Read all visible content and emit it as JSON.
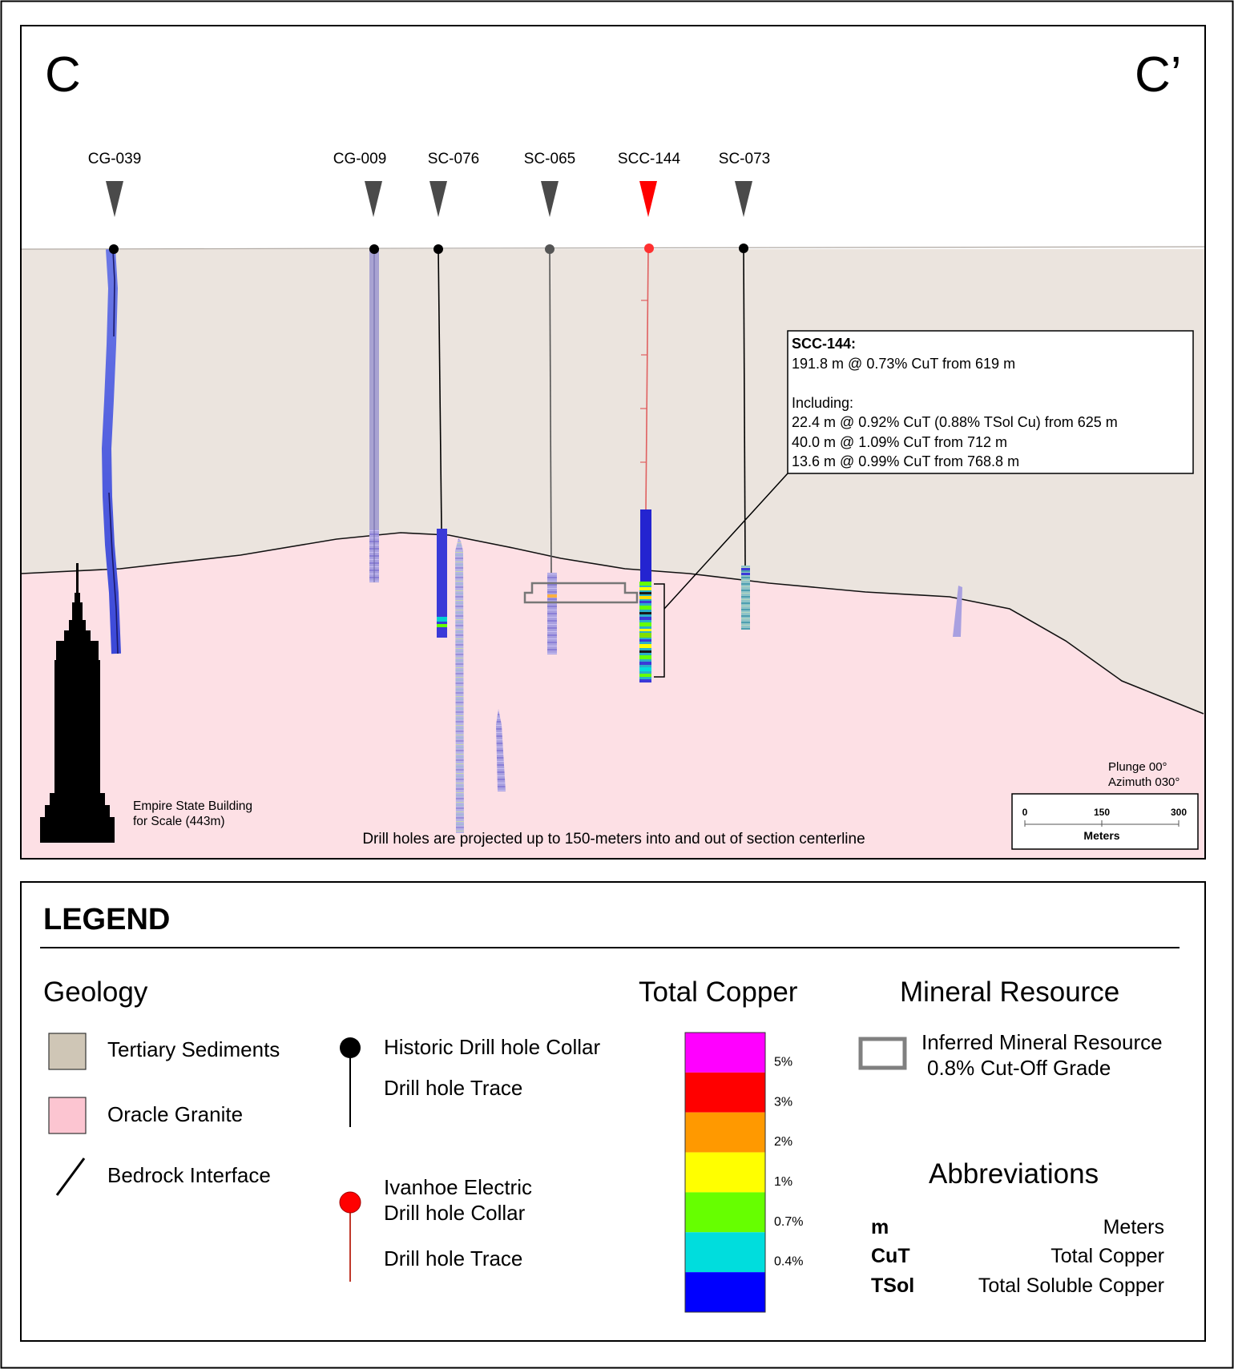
{
  "section": {
    "start_label": "C",
    "end_label": "C’"
  },
  "drill_holes": [
    {
      "id": "CG-039",
      "type": "historic"
    },
    {
      "id": "CG-009",
      "type": "historic"
    },
    {
      "id": "SC-076",
      "type": "historic"
    },
    {
      "id": "SC-065",
      "type": "historic"
    },
    {
      "id": "SCC-144",
      "type": "ivanhoe"
    },
    {
      "id": "SC-073",
      "type": "historic"
    }
  ],
  "callout": {
    "title": "SCC-144:",
    "line1": "191.8 m @ 0.73% CuT from 619 m",
    "including": "Including:",
    "line2": "22.4 m @ 0.92% CuT (0.88% TSol Cu) from 625 m",
    "line3": "40.0 m @ 1.09% CuT from 712 m",
    "line4": "13.6 m @ 0.99% CuT from 768.8 m"
  },
  "scale_building": {
    "line1": "Empire State Building",
    "line2": "for Scale (443m)"
  },
  "projection_note": "Drill holes are projected up to 150-meters into and out of section centerline",
  "orientation": {
    "plunge": "Plunge 00°",
    "azimuth": "Azimuth 030°"
  },
  "scale_bar": {
    "ticks": [
      "0",
      "150",
      "300"
    ],
    "unit": "Meters"
  },
  "legend": {
    "title": "LEGEND",
    "geology": {
      "heading": "Geology",
      "tertiary": "Tertiary Sediments",
      "granite": "Oracle Granite",
      "bedrock": "Bedrock Interface"
    },
    "collars": {
      "historic_collar": "Historic Drill hole Collar",
      "historic_trace": "Drill hole Trace",
      "ivanhoe_line1": "Ivanhoe Electric",
      "ivanhoe_line2": "Drill hole Collar",
      "ivanhoe_trace": "Drill hole Trace"
    },
    "total_copper": {
      "heading": "Total Copper",
      "bands": [
        "#ff00ff",
        "#ff0000",
        "#ff9900",
        "#ffff00",
        "#66ff00",
        "#00dddd",
        "#0000ff"
      ],
      "labels": [
        "5%",
        "3%",
        "2%",
        "1%",
        "0.7%",
        "0.4%"
      ]
    },
    "mineral_resource": {
      "heading": "Mineral Resource",
      "line1": "Inferred Mineral Resource",
      "line2": "0.8% Cut-Off Grade"
    },
    "abbreviations": {
      "heading": "Abbreviations",
      "items": [
        {
          "abbr": "m",
          "meaning": "Meters"
        },
        {
          "abbr": "CuT",
          "meaning": "Total Copper"
        },
        {
          "abbr": "TSol",
          "meaning": "Total Soluble Copper"
        }
      ]
    }
  },
  "colors": {
    "sediments": "#ebe4de",
    "granite": "#fde0e5",
    "historic_collar": "#000000",
    "ivanhoe_collar": "#ff0000",
    "marker_grey": "#4a4a4a",
    "marker_red": "#ff0000"
  }
}
